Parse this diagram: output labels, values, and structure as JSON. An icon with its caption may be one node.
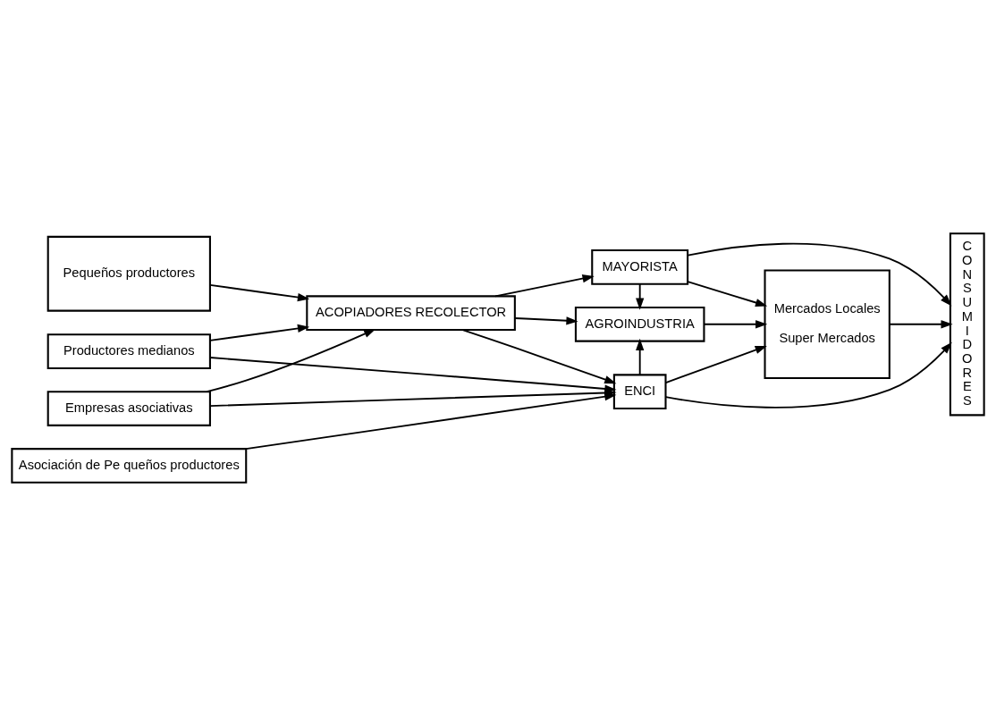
{
  "diagram": {
    "nodes": [
      {
        "text": [
          "Pequeños productores"
        ]
      },
      {
        "text": [
          "Asociación de Pe queños productores"
        ]
      },
      {
        "text": [
          "Productores medianos"
        ]
      },
      {
        "text": [
          "Empresas asociativas"
        ]
      },
      {
        "text": [
          "ACOPIADORES RECOLECTOR"
        ]
      },
      {
        "text": [
          "MAYORISTA"
        ]
      },
      {
        "text": [
          "AGROINDUSTRIA"
        ]
      },
      {
        "text": [
          "ENCI"
        ]
      },
      {
        "text": [
          "Mercados Locales",
          "Super Mercados"
        ]
      },
      {
        "text": [
          "C O N S U M I D O R E S"
        ]
      }
    ],
    "edges": [
      {
        "from": 0,
        "to": 4,
        "arrow": "to"
      },
      {
        "from": 2,
        "to": 4,
        "arrow": "to"
      },
      {
        "from": 3,
        "to": 4,
        "arrow": "to"
      },
      {
        "from": 1,
        "to": 7,
        "arrow": "to"
      },
      {
        "from": 2,
        "to": 7,
        "arrow": "to"
      },
      {
        "from": 3,
        "to": 7,
        "arrow": "to"
      },
      {
        "from": 4,
        "to": 7,
        "arrow": "to"
      },
      {
        "from": 4,
        "to": 6,
        "arrow": "to"
      },
      {
        "from": 4,
        "to": 5,
        "arrow": "to"
      },
      {
        "from": 5,
        "to": 8,
        "arrow": "to"
      },
      {
        "from": 5,
        "to": 9,
        "arrow": "to"
      },
      {
        "from": 5,
        "to": 6,
        "arrow": "to"
      },
      {
        "from": 7,
        "to": 6,
        "arrow": "to"
      },
      {
        "from": 6,
        "to": 8,
        "arrow": "to"
      },
      {
        "from": 7,
        "to": 8,
        "arrow": "to"
      },
      {
        "from": 8,
        "to": 9,
        "arrow": "to"
      },
      {
        "from": 7,
        "to": 9,
        "arrow": "to"
      }
    ]
  }
}
